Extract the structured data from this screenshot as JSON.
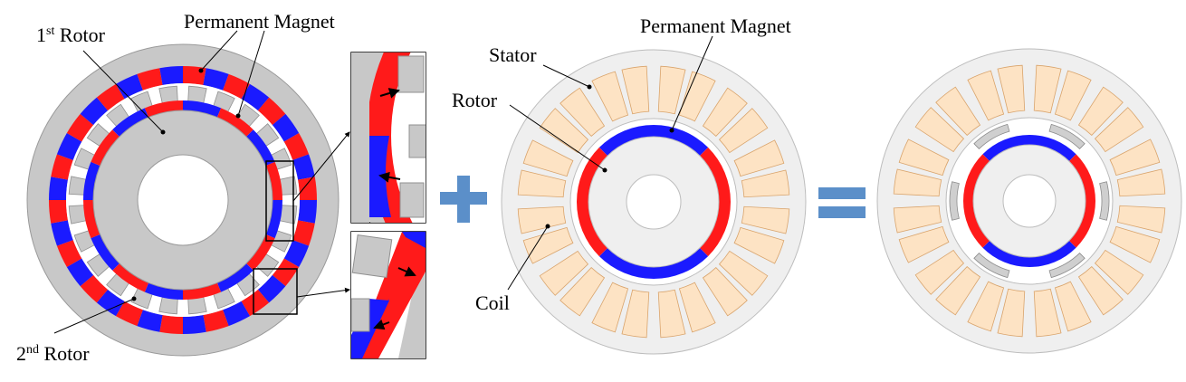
{
  "labels": {
    "rotor1_pre": "1",
    "rotor1_sup": "st",
    "rotor1_post": " Rotor",
    "rotor2_pre": "2",
    "rotor2_sup": "nd",
    "rotor2_post": " Rotor",
    "pm_left": "Permanent Magnet",
    "pm_mid": "Permanent Magnet",
    "stator": "Stator",
    "rotor_mid": "Rotor",
    "coil": "Coil"
  },
  "colors": {
    "magnet_red": "#ff1a1a",
    "magnet_blue": "#1a1aff",
    "rotor_gray": "#c8c8c8",
    "stator_light": "#efefef",
    "coil": "#fde3c4",
    "coil_edge": "#d9a46c",
    "operator": "#5b8fc9"
  }
}
